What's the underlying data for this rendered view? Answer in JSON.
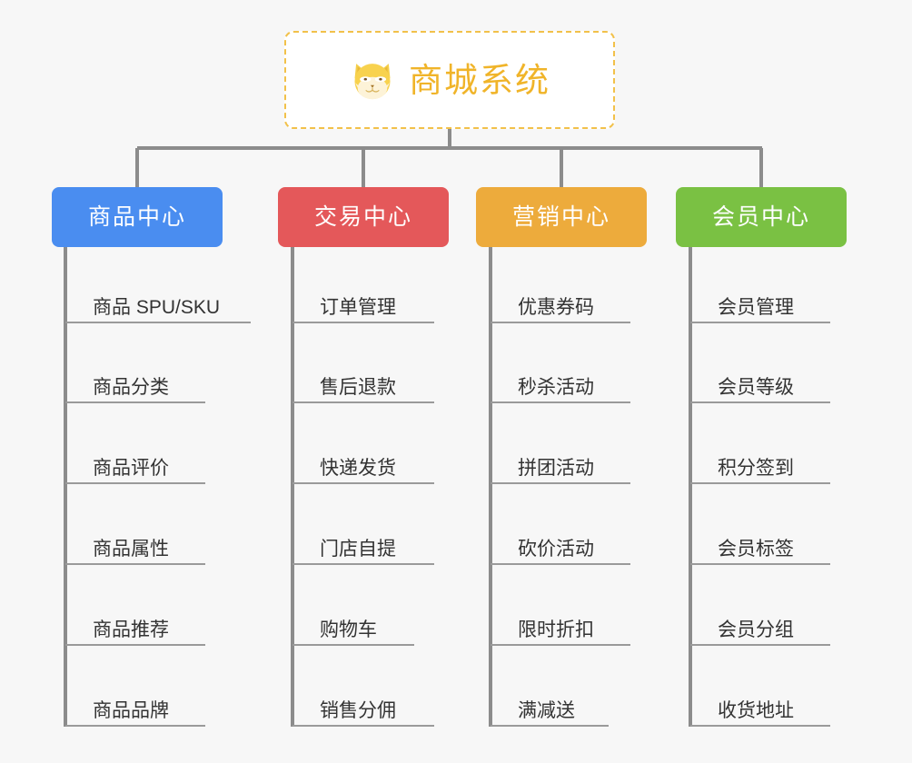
{
  "diagram": {
    "type": "tree",
    "background_color": "#f7f7f7",
    "root": {
      "title": "商城系统",
      "icon": "shiba-mascot-icon",
      "accent_color": "#f0b429",
      "border_color": "#f2c14a"
    },
    "columns": [
      {
        "id": "product-center",
        "label": "商品中心",
        "color": "#4a8df0",
        "items": [
          "商品 SPU/SKU",
          "商品分类",
          "商品评价",
          "商品属性",
          "商品推荐",
          "商品品牌"
        ]
      },
      {
        "id": "trade-center",
        "label": "交易中心",
        "color": "#e4585a",
        "items": [
          "订单管理",
          "售后退款",
          "快递发货",
          "门店自提",
          "购物车",
          "销售分佣"
        ]
      },
      {
        "id": "marketing-center",
        "label": "营销中心",
        "color": "#edab3c",
        "items": [
          "优惠券码",
          "秒杀活动",
          "拼团活动",
          "砍价活动",
          "限时折扣",
          "满减送"
        ]
      },
      {
        "id": "member-center",
        "label": "会员中心",
        "color": "#7ac143",
        "items": [
          "会员管理",
          "会员等级",
          "积分签到",
          "会员标签",
          "会员分组",
          "收货地址"
        ]
      }
    ],
    "connector_color": "#8c8c8c",
    "leaf_rule_color": "#9a9a9a"
  }
}
